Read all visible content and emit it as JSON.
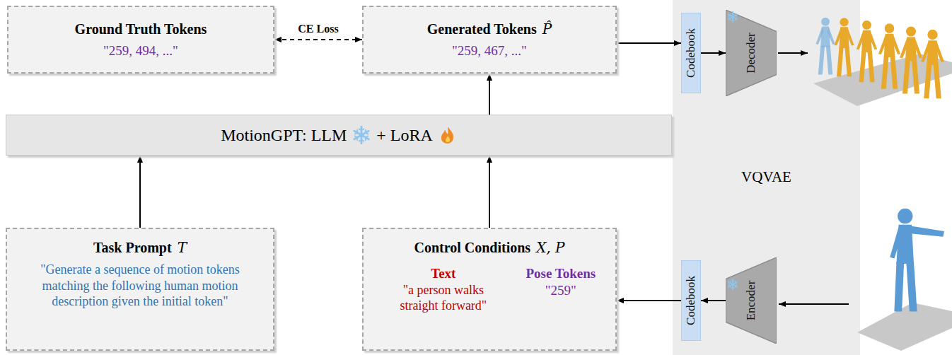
{
  "diagram": {
    "nodes": [
      {
        "text": [
          "Ground Truth Tokens",
          "\"259, 494, ...\""
        ]
      },
      {
        "text": [
          "Generated Tokens",
          "P̂",
          "\"259, 467, ...\""
        ]
      },
      {
        "text": [
          "VQVAE"
        ]
      },
      {
        "text": [
          "Codebook"
        ],
        "in": 2
      },
      {
        "text": [
          "Decoder"
        ],
        "in": 2
      },
      {
        "text": [
          "Codebook"
        ],
        "in": 2
      },
      {
        "text": [
          "Encoder"
        ],
        "in": 2
      },
      {
        "text": [
          "MotionGPT: LLM",
          "+ LoRA"
        ]
      },
      {
        "text": [
          "Task Prompt",
          "T",
          "\"Generate a sequence of motion tokens matching the following human motion description given the initial token\""
        ]
      },
      {
        "text": [
          "Control Conditions",
          "X, P",
          "Text",
          "\"a person walks straight forward\"",
          "Pose Tokens",
          "\"259\""
        ]
      }
    ],
    "edges": [
      {
        "from": 0,
        "to": 1,
        "label": "CE Loss",
        "arrow": "both"
      },
      {
        "from": 1,
        "to": 3,
        "arrow": "to"
      },
      {
        "from": 3,
        "to": 4,
        "arrow": "to"
      },
      {
        "from": 7,
        "to": 1,
        "arrow": "to"
      },
      {
        "from": 8,
        "to": 7,
        "arrow": "to"
      },
      {
        "from": 9,
        "to": 7,
        "arrow": "to"
      },
      {
        "from": 6,
        "to": 5,
        "arrow": "to"
      },
      {
        "from": 5,
        "to": 9,
        "arrow": "to"
      }
    ]
  }
}
